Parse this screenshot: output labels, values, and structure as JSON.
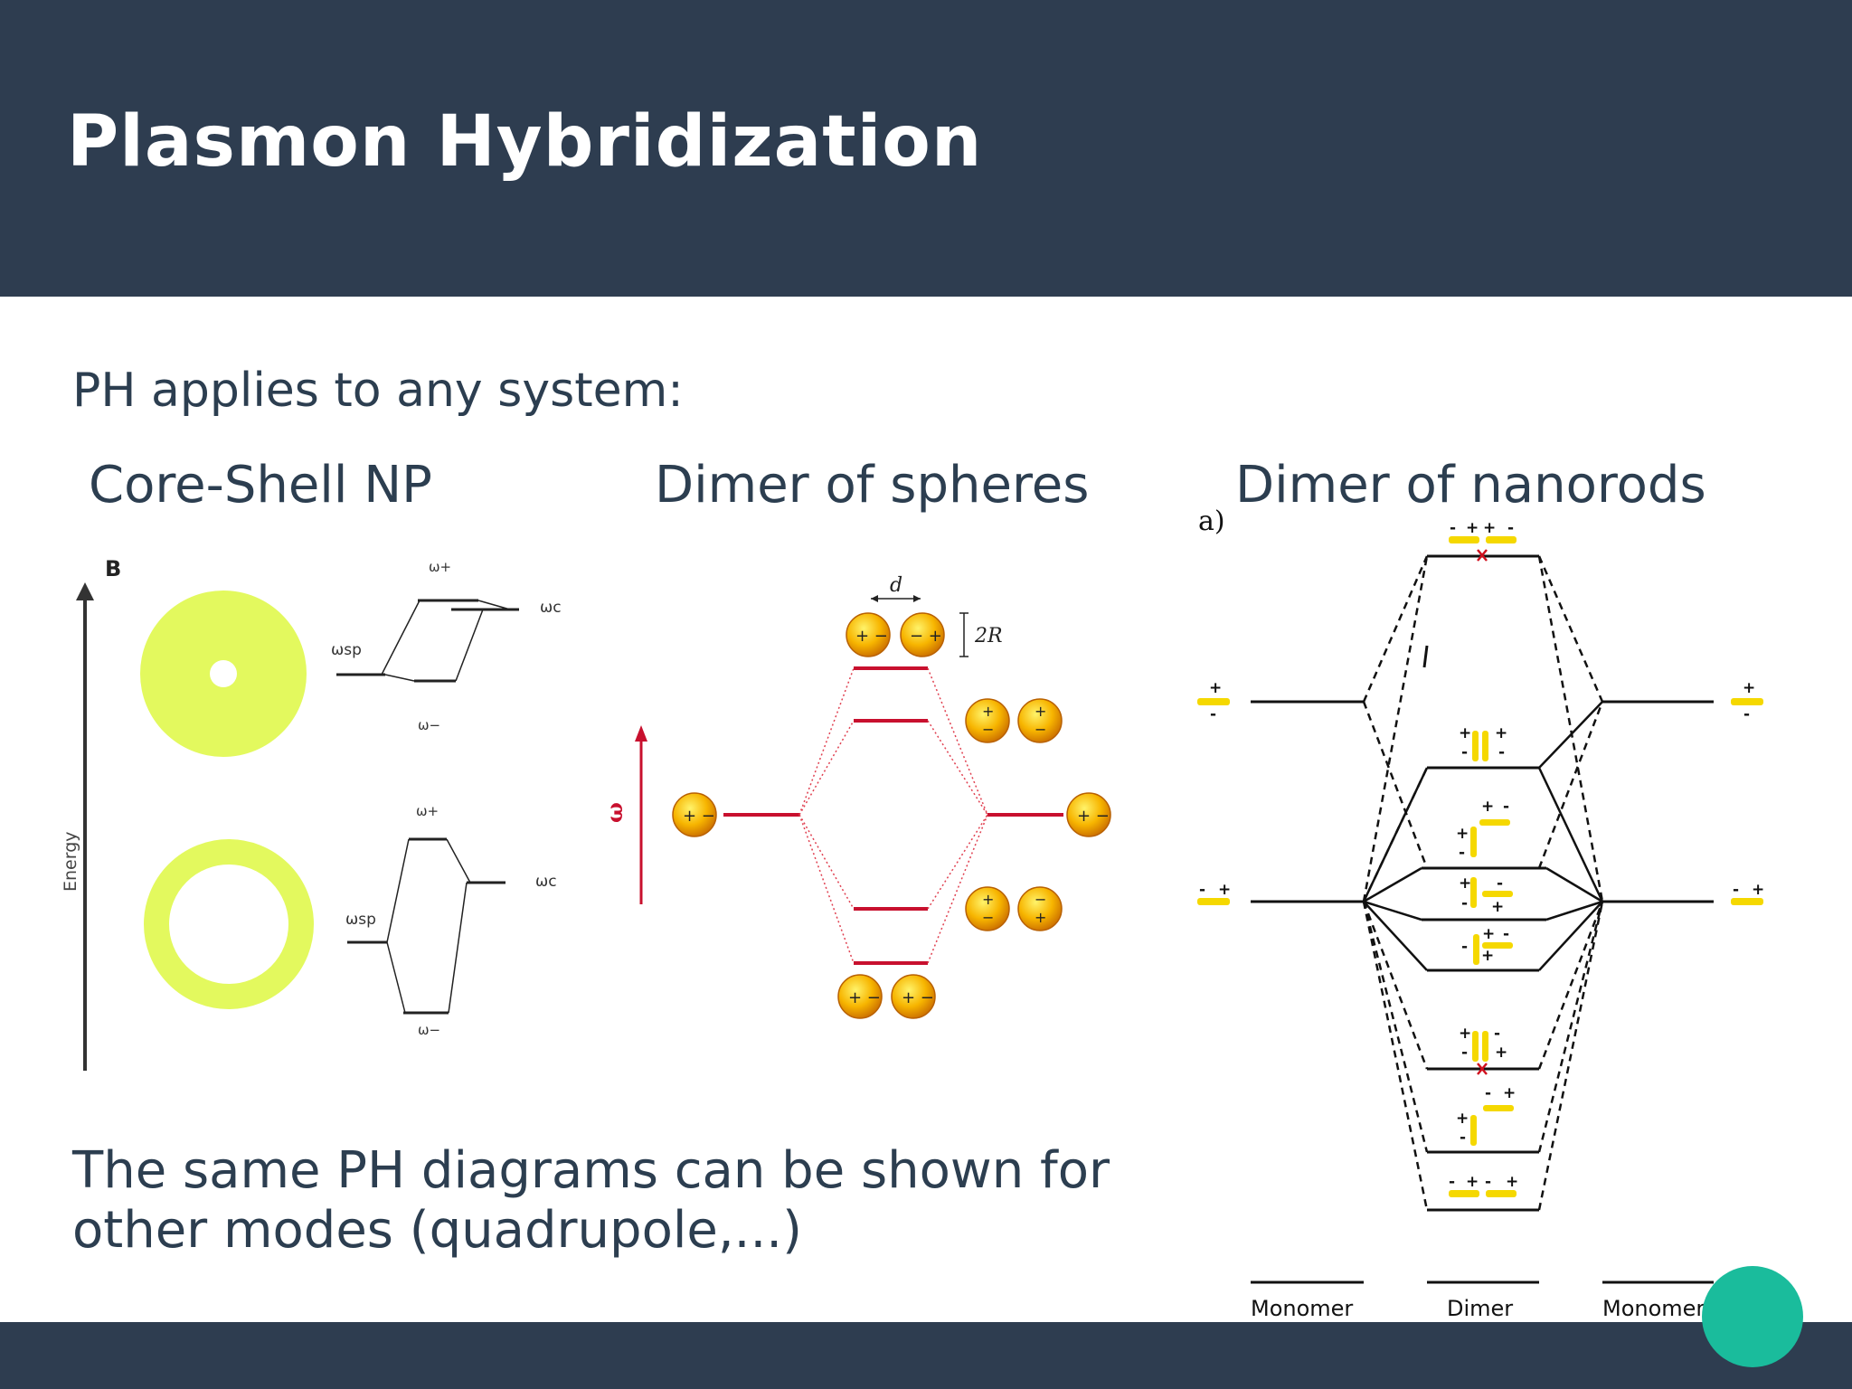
{
  "slide": {
    "title": "Plasmon Hybridization",
    "intro": "PH applies to any system:",
    "note_line1": "The same PH diagrams can be shown for",
    "note_line2": "other modes (quadrupole,...)"
  },
  "panels": {
    "core_shell": {
      "heading": "Core-Shell NP",
      "panel_letter": "B",
      "axis_label": "Energy",
      "top": {
        "w_plus": "ω+",
        "w_c": "ωc",
        "w_sp": "ωsp",
        "w_minus": "ω−"
      },
      "bottom": {
        "w_plus": "ω+",
        "w_c": "ωc",
        "w_sp": "ωsp",
        "w_minus": "ω−"
      }
    },
    "spheres": {
      "heading": "Dimer of spheres",
      "omega": "ω",
      "gap_label": "d",
      "radius_label": "2R"
    },
    "nanorods": {
      "heading": "Dimer of nanorods",
      "panel_letter": "a)",
      "labels": [
        "Monomer",
        "Dimer",
        "Monomer"
      ]
    }
  },
  "colors": {
    "header_bg": "#2e3d50",
    "text": "#2c3e50",
    "shell": "#e3f95e",
    "hybrid_line": "#c8102e",
    "rod": "#f5d800",
    "accent": "#1abc9c"
  }
}
